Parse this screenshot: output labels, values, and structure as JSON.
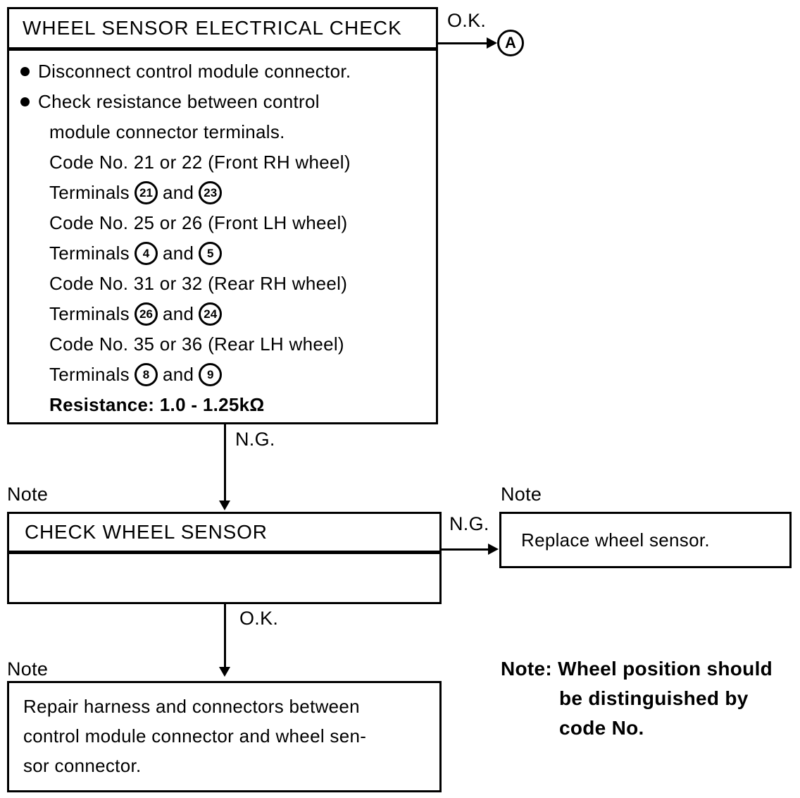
{
  "page": {
    "background": "#ffffff",
    "ink": "#000000"
  },
  "flow": {
    "step1": {
      "title": "WHEEL SENSOR ELECTRICAL CHECK",
      "bullet1": "Disconnect control module connector.",
      "bullet2_line1": "Check resistance between control",
      "bullet2_line2": "module connector terminals.",
      "checks": [
        {
          "code": "Code No. 21 or 22 (Front RH wheel)",
          "terminals_label": "Terminals",
          "terminal_a": "21",
          "conjunction": "and",
          "terminal_b": "23"
        },
        {
          "code": "Code No. 25 or 26 (Front LH wheel)",
          "terminals_label": "Terminals",
          "terminal_a": "4",
          "conjunction": "and",
          "terminal_b": "5"
        },
        {
          "code": "Code No. 31 or 32 (Rear RH wheel)",
          "terminals_label": "Terminals",
          "terminal_a": "26",
          "conjunction": "and",
          "terminal_b": "24"
        },
        {
          "code": "Code No. 35 or 36 (Rear LH wheel)",
          "terminals_label": "Terminals",
          "terminal_a": "8",
          "conjunction": "and",
          "terminal_b": "9"
        }
      ],
      "resistance": "Resistance: 1.0 - 1.25kΩ"
    },
    "connectors": {
      "ok_top": "O.K.",
      "branch_a": "A",
      "ng_down": "N.G.",
      "ng_right": "N.G.",
      "ok_down": "O.K."
    },
    "notes": {
      "above_check_box": "Note",
      "above_replace_box": "Note",
      "above_repair_box": "Note"
    },
    "step2": {
      "title": "CHECK WHEEL SENSOR"
    },
    "replace_box": {
      "text": "Replace wheel sensor."
    },
    "repair_box": {
      "line1": "Repair harness and connectors between",
      "line2": "control module connector and wheel sen-",
      "line3": "sor connector."
    },
    "side_note": {
      "line1": "Note: Wheel position should",
      "line2": "be distinguished by",
      "line3": "code No."
    }
  }
}
